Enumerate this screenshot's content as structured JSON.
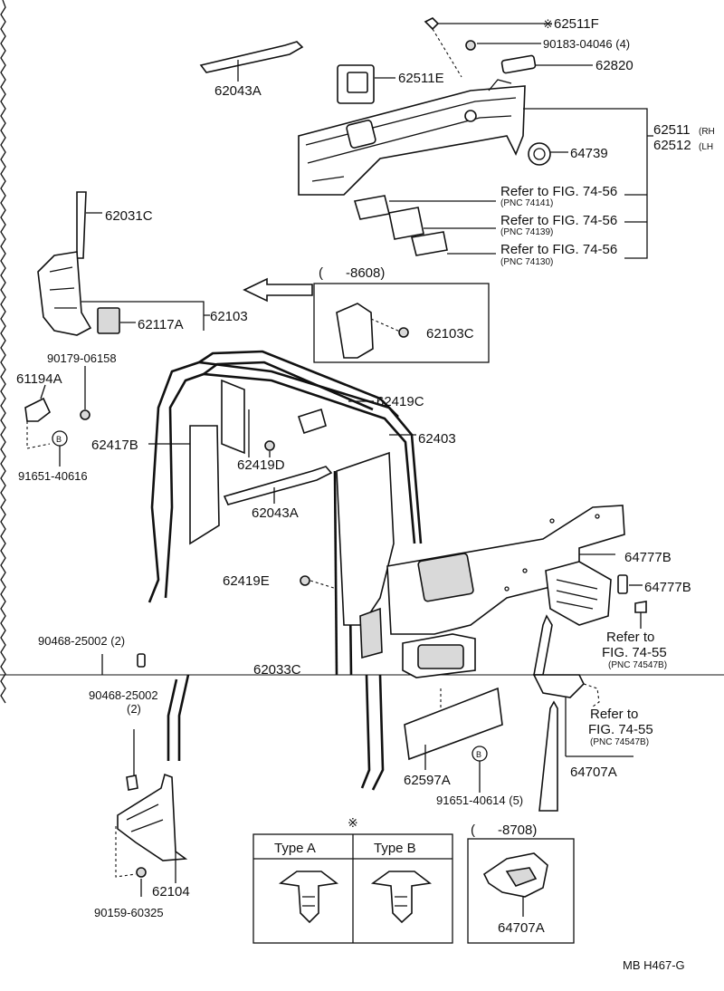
{
  "diagram": {
    "code": "MB  H467-G",
    "labels": {
      "p62511F": "62511F",
      "p9018304046": "90183-04046 (4)",
      "p62820": "62820",
      "p62043A_top": "62043A",
      "p62511E": "62511E",
      "p62511": "62511",
      "p62511_side": "(RH",
      "p62512": "62512",
      "p62512_side": "(LH",
      "p64739": "64739",
      "p62031C": "62031C",
      "ref1": "Refer to FIG. 74-56",
      "ref1_pnc": "(PNC 74141)",
      "ref2": "Refer to FIG. 74-56",
      "ref2_pnc": "(PNC 74139)",
      "ref3": "Refer to FIG. 74-56",
      "ref3_pnc": "(PNC 74130)",
      "inset1_range": "(      -8608)",
      "p62103C": "62103C",
      "p62117A": "62117A",
      "p62103": "62103",
      "p9017906158": "90179-06158",
      "p61194A": "61194A",
      "p62419C": "62419C",
      "p62403": "62403",
      "p62417B": "62417B",
      "p62419D": "62419D",
      "p9165140616": "91651-40616",
      "p62043A_mid": "62043A",
      "p64777B_1": "64777B",
      "p64777B_2": "64777B",
      "p62419E": "62419E",
      "ref4": "Refer to",
      "ref4b": "FIG. 74-55",
      "ref4_pnc": "(PNC 74547B)",
      "p9046825002_1": "90468-25002 (2)",
      "p62033C": "62033C",
      "p9046825002_2": "90468-25002",
      "p9046825002_2q": "(2)",
      "ref5": "Refer to",
      "ref5b": "FIG. 74-55",
      "ref5_pnc": "(PNC 74547B)",
      "p62597A": "62597A",
      "p9165140614": "91651-40614 (5)",
      "p64707A_1": "64707A",
      "type_mark": "※",
      "type_a": "Type A",
      "type_b": "Type B",
      "inset2_range": "(      -8708)",
      "p64707A_2": "64707A",
      "p62104": "62104",
      "p9015960325": "90159-60325",
      "b_mark": "B"
    }
  }
}
